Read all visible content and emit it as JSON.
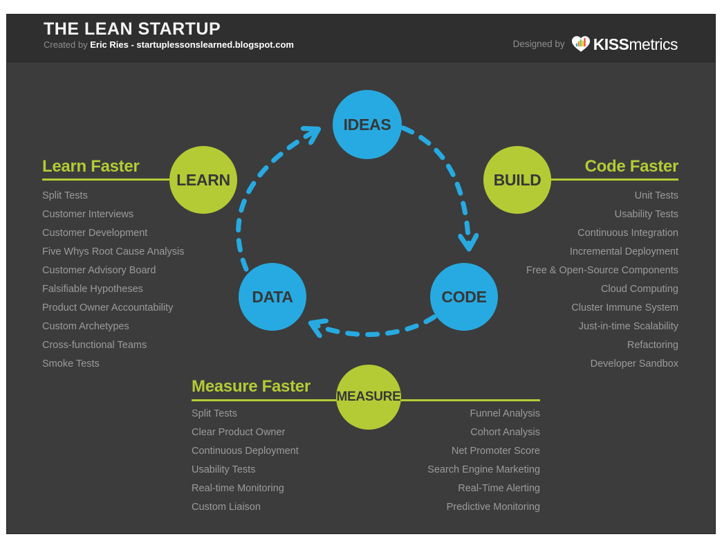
{
  "header": {
    "title": "THE LEAN STARTUP",
    "created_by_prefix": "Created by",
    "created_by_name": "Eric Ries - startuplessonslearned.blogspot.com",
    "designed_by": "Designed by",
    "brand_bold": "KISS",
    "brand_regular": "metrics",
    "brand_icon": "heart-bar-chart-icon"
  },
  "colors": {
    "blue": "#27aae1",
    "green": "#b4cb35",
    "body_bg": "#3c3c3c",
    "header_bg": "#2f2f2f",
    "list_text": "#9b9b9b",
    "circle_text": "#373737"
  },
  "cycle": {
    "nodes": [
      {
        "id": "ideas",
        "label": "IDEAS",
        "color": "blue"
      },
      {
        "id": "learn",
        "label": "LEARN",
        "color": "green"
      },
      {
        "id": "build",
        "label": "BUILD",
        "color": "green"
      },
      {
        "id": "data",
        "label": "DATA",
        "color": "blue"
      },
      {
        "id": "code",
        "label": "CODE",
        "color": "blue"
      },
      {
        "id": "measure",
        "label": "MEASURE",
        "color": "green"
      }
    ],
    "arrows": [
      {
        "from": "data",
        "to": "ideas"
      },
      {
        "from": "ideas",
        "to": "code"
      },
      {
        "from": "code",
        "to": "data"
      }
    ]
  },
  "sections": {
    "learn": {
      "heading": "Learn Faster",
      "items": [
        "Split Tests",
        "Customer Interviews",
        "Customer Development",
        "Five Whys Root Cause Analysis",
        "Customer Advisory Board",
        "Falsifiable Hypotheses",
        "Product Owner Accountability",
        "Custom Archetypes",
        "Cross-functional Teams",
        "Smoke Tests"
      ]
    },
    "code": {
      "heading": "Code Faster",
      "items": [
        "Unit Tests",
        "Usability Tests",
        "Continuous Integration",
        "Incremental Deployment",
        "Free & Open-Source Components",
        "Cloud Computing",
        "Cluster Immune System",
        "Just-in-time Scalability",
        "Refactoring",
        "Developer Sandbox"
      ]
    },
    "measure": {
      "heading": "Measure Faster",
      "items_left": [
        "Split Tests",
        "Clear Product Owner",
        "Continuous Deployment",
        "Usability Tests",
        "Real-time Monitoring",
        "Custom Liaison"
      ],
      "items_right": [
        "Funnel Analysis",
        "Cohort Analysis",
        "Net Promoter Score",
        "Search Engine Marketing",
        "Real-Time Alerting",
        "Predictive Monitoring"
      ]
    }
  }
}
